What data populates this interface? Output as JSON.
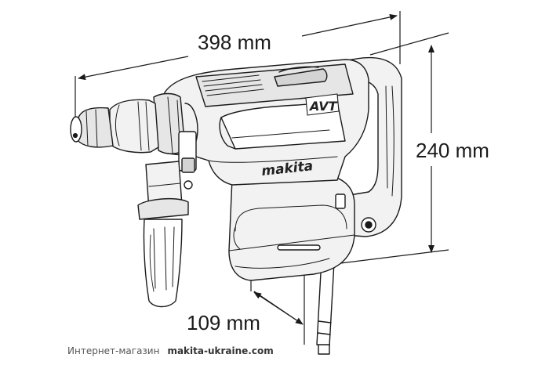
{
  "dimensions": {
    "length": "398 mm",
    "height": "240 mm",
    "depth": "109 mm"
  },
  "branding": {
    "logo": "makita",
    "badge": "AVT"
  },
  "footer": {
    "shop_label": "Интернет-магазин",
    "site": "makita-ukraine.com"
  },
  "colors": {
    "line": "#1a1a1a",
    "body_fill": "#f2f2f2",
    "shade": "#d4d4d4"
  }
}
